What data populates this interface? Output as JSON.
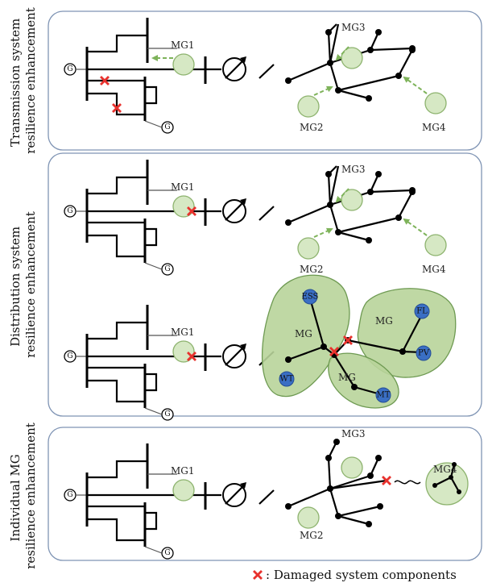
{
  "side_labels": {
    "transmission": [
      "Transmission system",
      "resilience enhancement"
    ],
    "distribution": [
      "Distribution system",
      "resilience enhancement"
    ],
    "individual": [
      "Individual MG",
      "resilience enhancement"
    ]
  },
  "mg_labels": {
    "mg1": "MG1",
    "mg2": "MG2",
    "mg3": "MG3",
    "mg4": "MG4",
    "mg": "MG"
  },
  "generator_symbol": "G",
  "der_labels": {
    "ess": "ESS",
    "wt": "WT",
    "mt": "MT",
    "fl": "FL",
    "pv": "PV"
  },
  "legend": {
    "text": ": Damaged system components",
    "color": "#e8312d"
  },
  "colors": {
    "panel_border": "#7f94b4",
    "microgrid_fill": "#d6e8c4",
    "der_fill": "#3a6fc4",
    "arrow": "#7eb35a"
  }
}
